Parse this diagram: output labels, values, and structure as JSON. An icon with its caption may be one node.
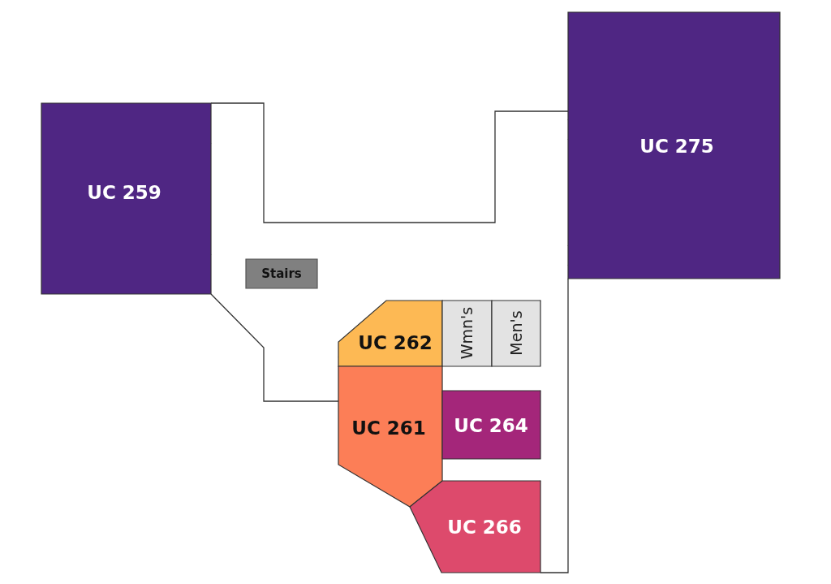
{
  "diagram": {
    "nodes": [
      {
        "text": [
          "UC 259"
        ]
      },
      {
        "text": [
          "UC 275"
        ]
      },
      {
        "text": [
          "Stairs"
        ]
      },
      {
        "text": [
          "UC 262"
        ]
      },
      {
        "text": [
          "Wmn's"
        ]
      },
      {
        "text": [
          "Men's"
        ]
      },
      {
        "text": [
          "UC 261"
        ]
      },
      {
        "text": [
          "UC 264"
        ]
      },
      {
        "text": [
          "UC 266"
        ]
      }
    ]
  }
}
